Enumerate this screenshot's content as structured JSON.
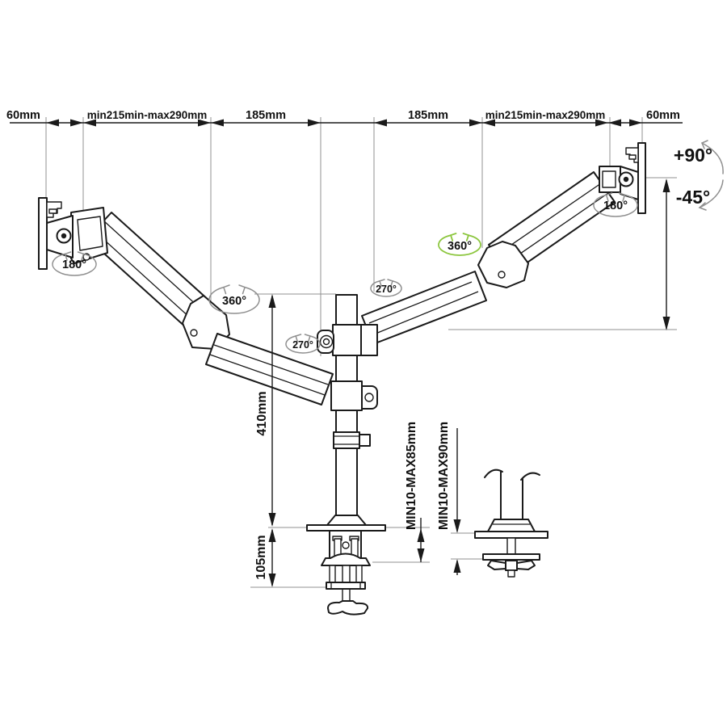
{
  "top_dimensions": {
    "left_offset": "60mm",
    "left_arm_range": "min215min-max290mm",
    "left_forearm": "185mm",
    "right_forearm": "185mm",
    "right_arm_range": "min215min-max290mm",
    "right_offset": "60mm"
  },
  "rotations": {
    "left_monitor": "180°",
    "left_arm": "360°",
    "left_pole": "270°",
    "right_pole": "270°",
    "right_arm": "360°",
    "right_monitor": "180°"
  },
  "tilt": {
    "up": "+90°",
    "down": "-45°"
  },
  "vertical_dimensions": {
    "pole_height": "410mm",
    "clamp_height": "105mm",
    "desk_clamp_range": "MIN10-MAX85mm",
    "grommet_clamp_range": "MIN10-MAX90mm"
  },
  "colors": {
    "line": "#1a1a1a",
    "rotation_indicator": "#8f8f8f",
    "rotation_indicator_green": "#8CC63E",
    "background": "#ffffff"
  }
}
